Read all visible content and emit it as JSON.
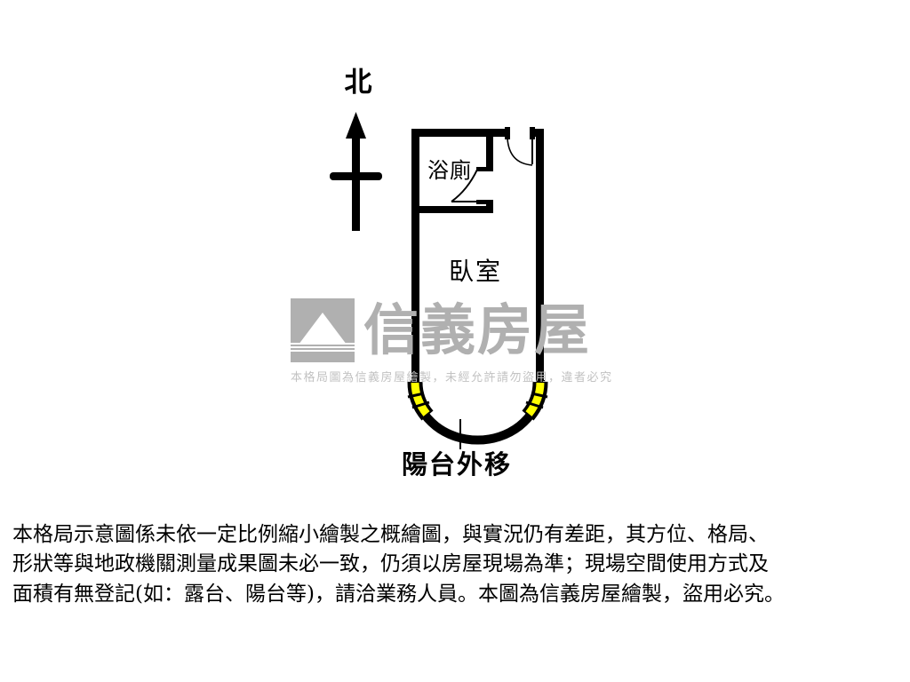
{
  "compass": {
    "label": "北",
    "icon": "north-arrow-icon"
  },
  "plan": {
    "rooms": [
      {
        "key": "bathroom",
        "label": "浴廁"
      },
      {
        "key": "bedroom",
        "label": "臥室"
      }
    ],
    "callouts": [
      {
        "key": "balcony",
        "label": "陽台外移"
      }
    ],
    "colors": {
      "wall": "#000000",
      "window": "#FFFF00",
      "background": "#FFFFFF",
      "watermark": "#B0B0B0"
    }
  },
  "watermark": {
    "brand": "信義房屋",
    "notice": "本格局圖為信義房屋繪製，未經允許請勿盜用，違者必究"
  },
  "disclaimer": {
    "line1": "本格局示意圖係未依一定比例縮小繪製之概繪圖，與實況仍有差距，其方位、格局、",
    "line2": "形狀等與地政機關測量成果圖未必一致，仍須以房屋現場為準；現場空間使用方式及",
    "line3": "面積有無登記(如：露台、陽台等)，請洽業務人員。本圖為信義房屋繪製，盜用必究。"
  }
}
